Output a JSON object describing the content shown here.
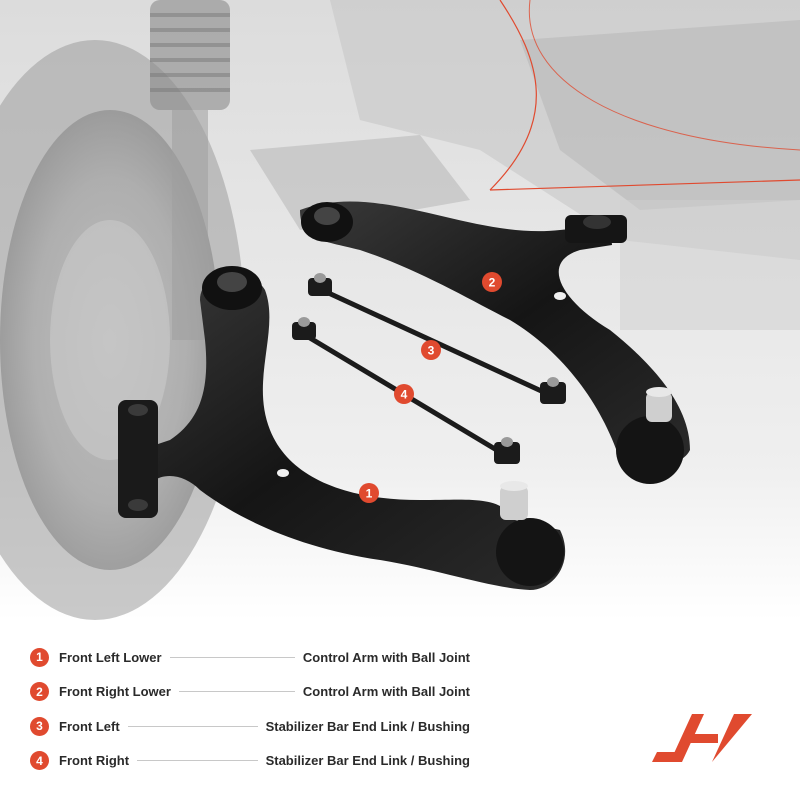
{
  "colors": {
    "accent": "#e04a2f",
    "text": "#2a2a2a",
    "part": "#1c1c1c"
  },
  "callouts": [
    {
      "number": "1"
    },
    {
      "number": "2"
    },
    {
      "number": "3"
    },
    {
      "number": "4"
    }
  ],
  "legend": [
    {
      "number": "1",
      "position": "Front Left Lower",
      "part": "Control Arm with Ball Joint"
    },
    {
      "number": "2",
      "position": "Front Right Lower",
      "part": "Control Arm with Ball Joint"
    },
    {
      "number": "3",
      "position": "Front Left",
      "part": "Stabilizer Bar End Link / Bushing"
    },
    {
      "number": "4",
      "position": "Front Right",
      "part": "Stabilizer Bar End Link / Bushing"
    }
  ],
  "logo": {
    "name": "brand-logo"
  }
}
